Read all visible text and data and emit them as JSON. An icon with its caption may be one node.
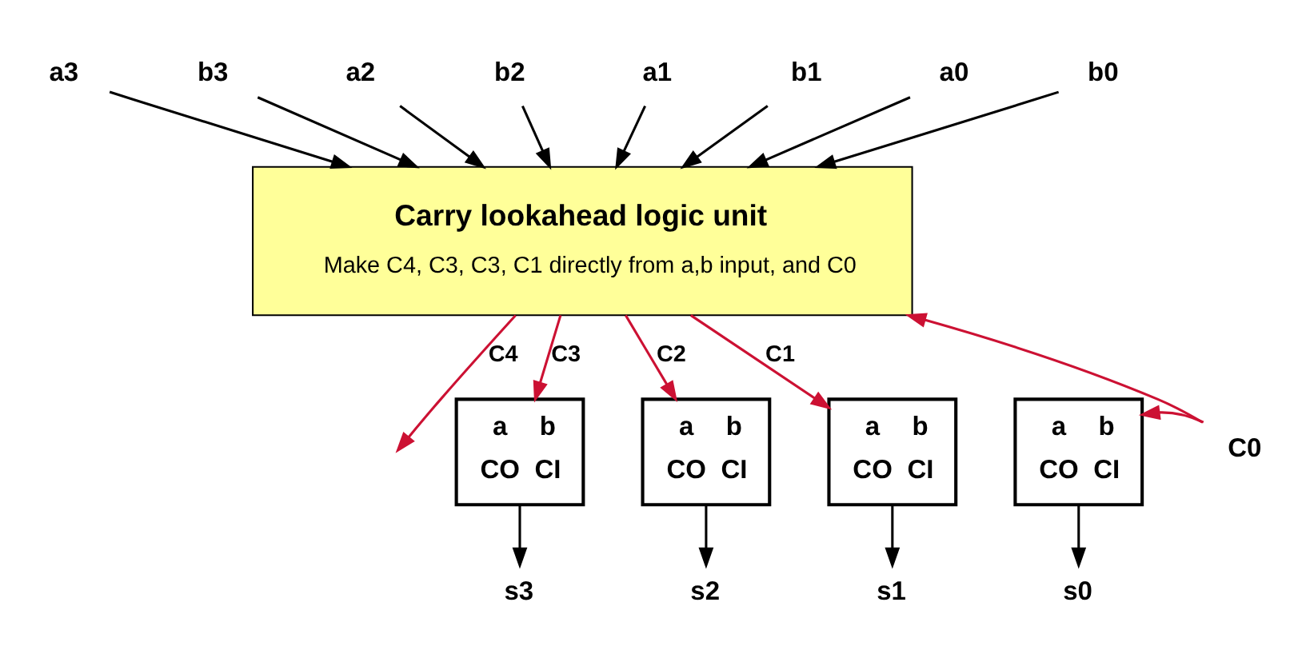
{
  "diagram": {
    "nodes": [
      {
        "text": [
          "a3"
        ]
      },
      {
        "text": [
          "b3"
        ]
      },
      {
        "text": [
          "a2"
        ]
      },
      {
        "text": [
          "b2"
        ]
      },
      {
        "text": [
          "a1"
        ]
      },
      {
        "text": [
          "b1"
        ]
      },
      {
        "text": [
          "a0"
        ]
      },
      {
        "text": [
          "b0"
        ]
      },
      {
        "text": [
          "Carry lookahead logic unit",
          "Make C4, C3, C3, C1 directly from a,b input, and C0"
        ]
      },
      {
        "text": [
          "a",
          "b",
          "CO",
          "CI"
        ]
      },
      {
        "text": [
          "a",
          "b",
          "CO",
          "CI"
        ]
      },
      {
        "text": [
          "a",
          "b",
          "CO",
          "CI"
        ]
      },
      {
        "text": [
          "a",
          "b",
          "CO",
          "CI"
        ]
      },
      {
        "text": [
          "C0"
        ]
      },
      {
        "text": [
          "s3"
        ]
      },
      {
        "text": [
          "s2"
        ]
      },
      {
        "text": [
          "s1"
        ]
      },
      {
        "text": [
          "s0"
        ]
      }
    ],
    "edges": [
      {
        "from": 0,
        "to": 8,
        "arrow": "to"
      },
      {
        "from": 1,
        "to": 8,
        "arrow": "to"
      },
      {
        "from": 2,
        "to": 8,
        "arrow": "to"
      },
      {
        "from": 3,
        "to": 8,
        "arrow": "to"
      },
      {
        "from": 4,
        "to": 8,
        "arrow": "to"
      },
      {
        "from": 5,
        "to": 8,
        "arrow": "to"
      },
      {
        "from": 6,
        "to": 8,
        "arrow": "to"
      },
      {
        "from": 7,
        "to": 8,
        "arrow": "to"
      },
      {
        "from": 8,
        "to": null,
        "arrow": "to",
        "label": "C4",
        "color": "#cc1133"
      },
      {
        "from": 8,
        "to": 9,
        "arrow": "to",
        "label": "C3",
        "color": "#cc1133"
      },
      {
        "from": 8,
        "to": 10,
        "arrow": "to",
        "label": "C2",
        "color": "#cc1133"
      },
      {
        "from": 8,
        "to": 11,
        "arrow": "to",
        "label": "C1",
        "color": "#cc1133"
      },
      {
        "from": 13,
        "to": 12,
        "arrow": "to",
        "color": "#cc1133"
      },
      {
        "from": 13,
        "to": 8,
        "arrow": "to",
        "color": "#cc1133"
      },
      {
        "from": 9,
        "to": 14,
        "arrow": "to"
      },
      {
        "from": 10,
        "to": 15,
        "arrow": "to"
      },
      {
        "from": 11,
        "to": 16,
        "arrow": "to"
      },
      {
        "from": 12,
        "to": 17,
        "arrow": "to"
      }
    ]
  }
}
